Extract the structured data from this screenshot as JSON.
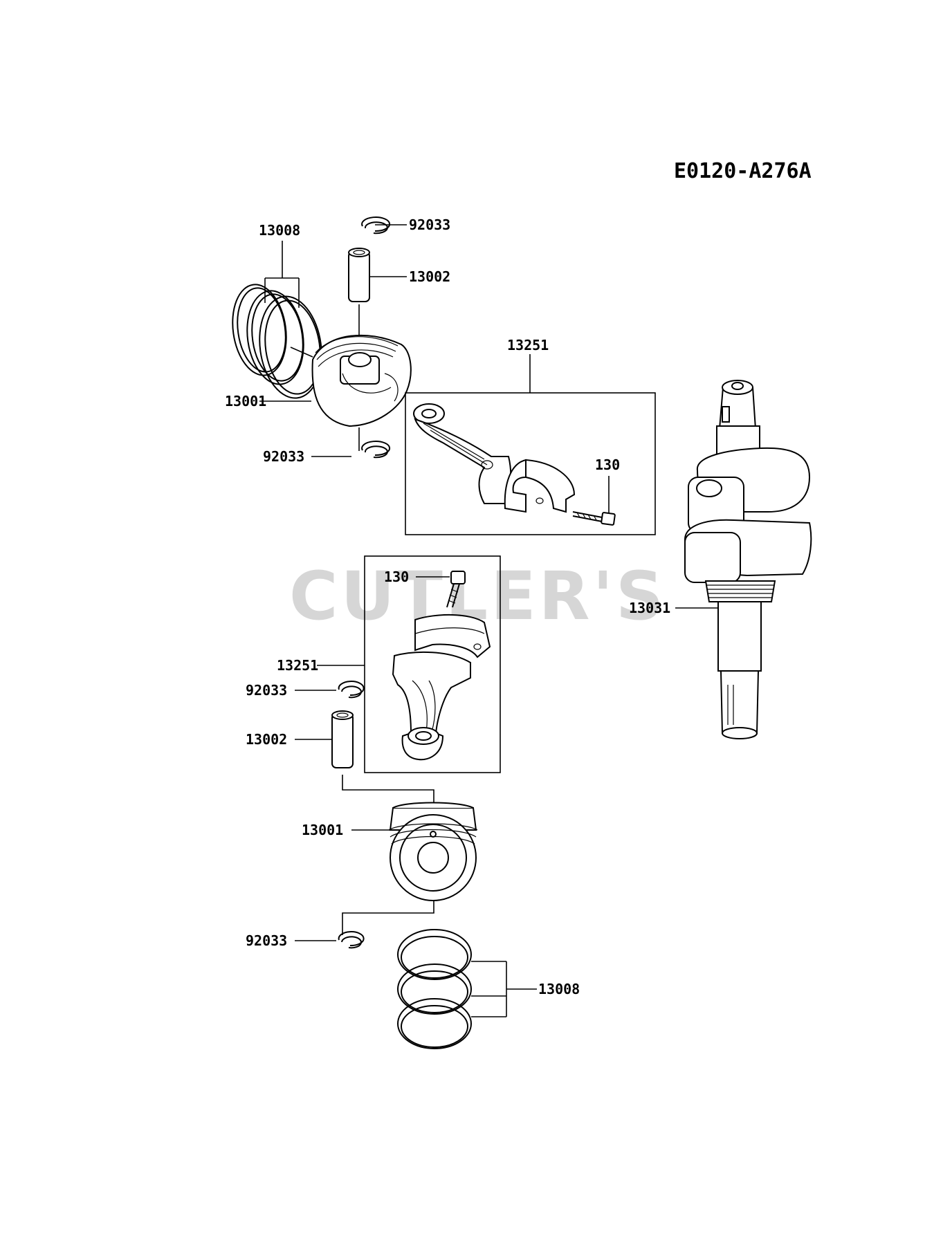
{
  "diagram_code": "E0120-A276A",
  "watermark": "CUTLER'S",
  "callouts": {
    "snap_ring_top": "92033",
    "pin_top": "13002",
    "ring_set_top": "13008",
    "piston_top": "13001",
    "snap_ring_top_lower": "92033",
    "rod_assy_top": "13251",
    "bolt_top": "130",
    "crankshaft": "13031",
    "bolt_mid": "130",
    "rod_assy_mid": "13251",
    "snap_ring_mid": "92033",
    "pin_mid": "13002",
    "piston_bottom": "13001",
    "snap_ring_bottom": "92033",
    "ring_set_bottom": "13008"
  }
}
